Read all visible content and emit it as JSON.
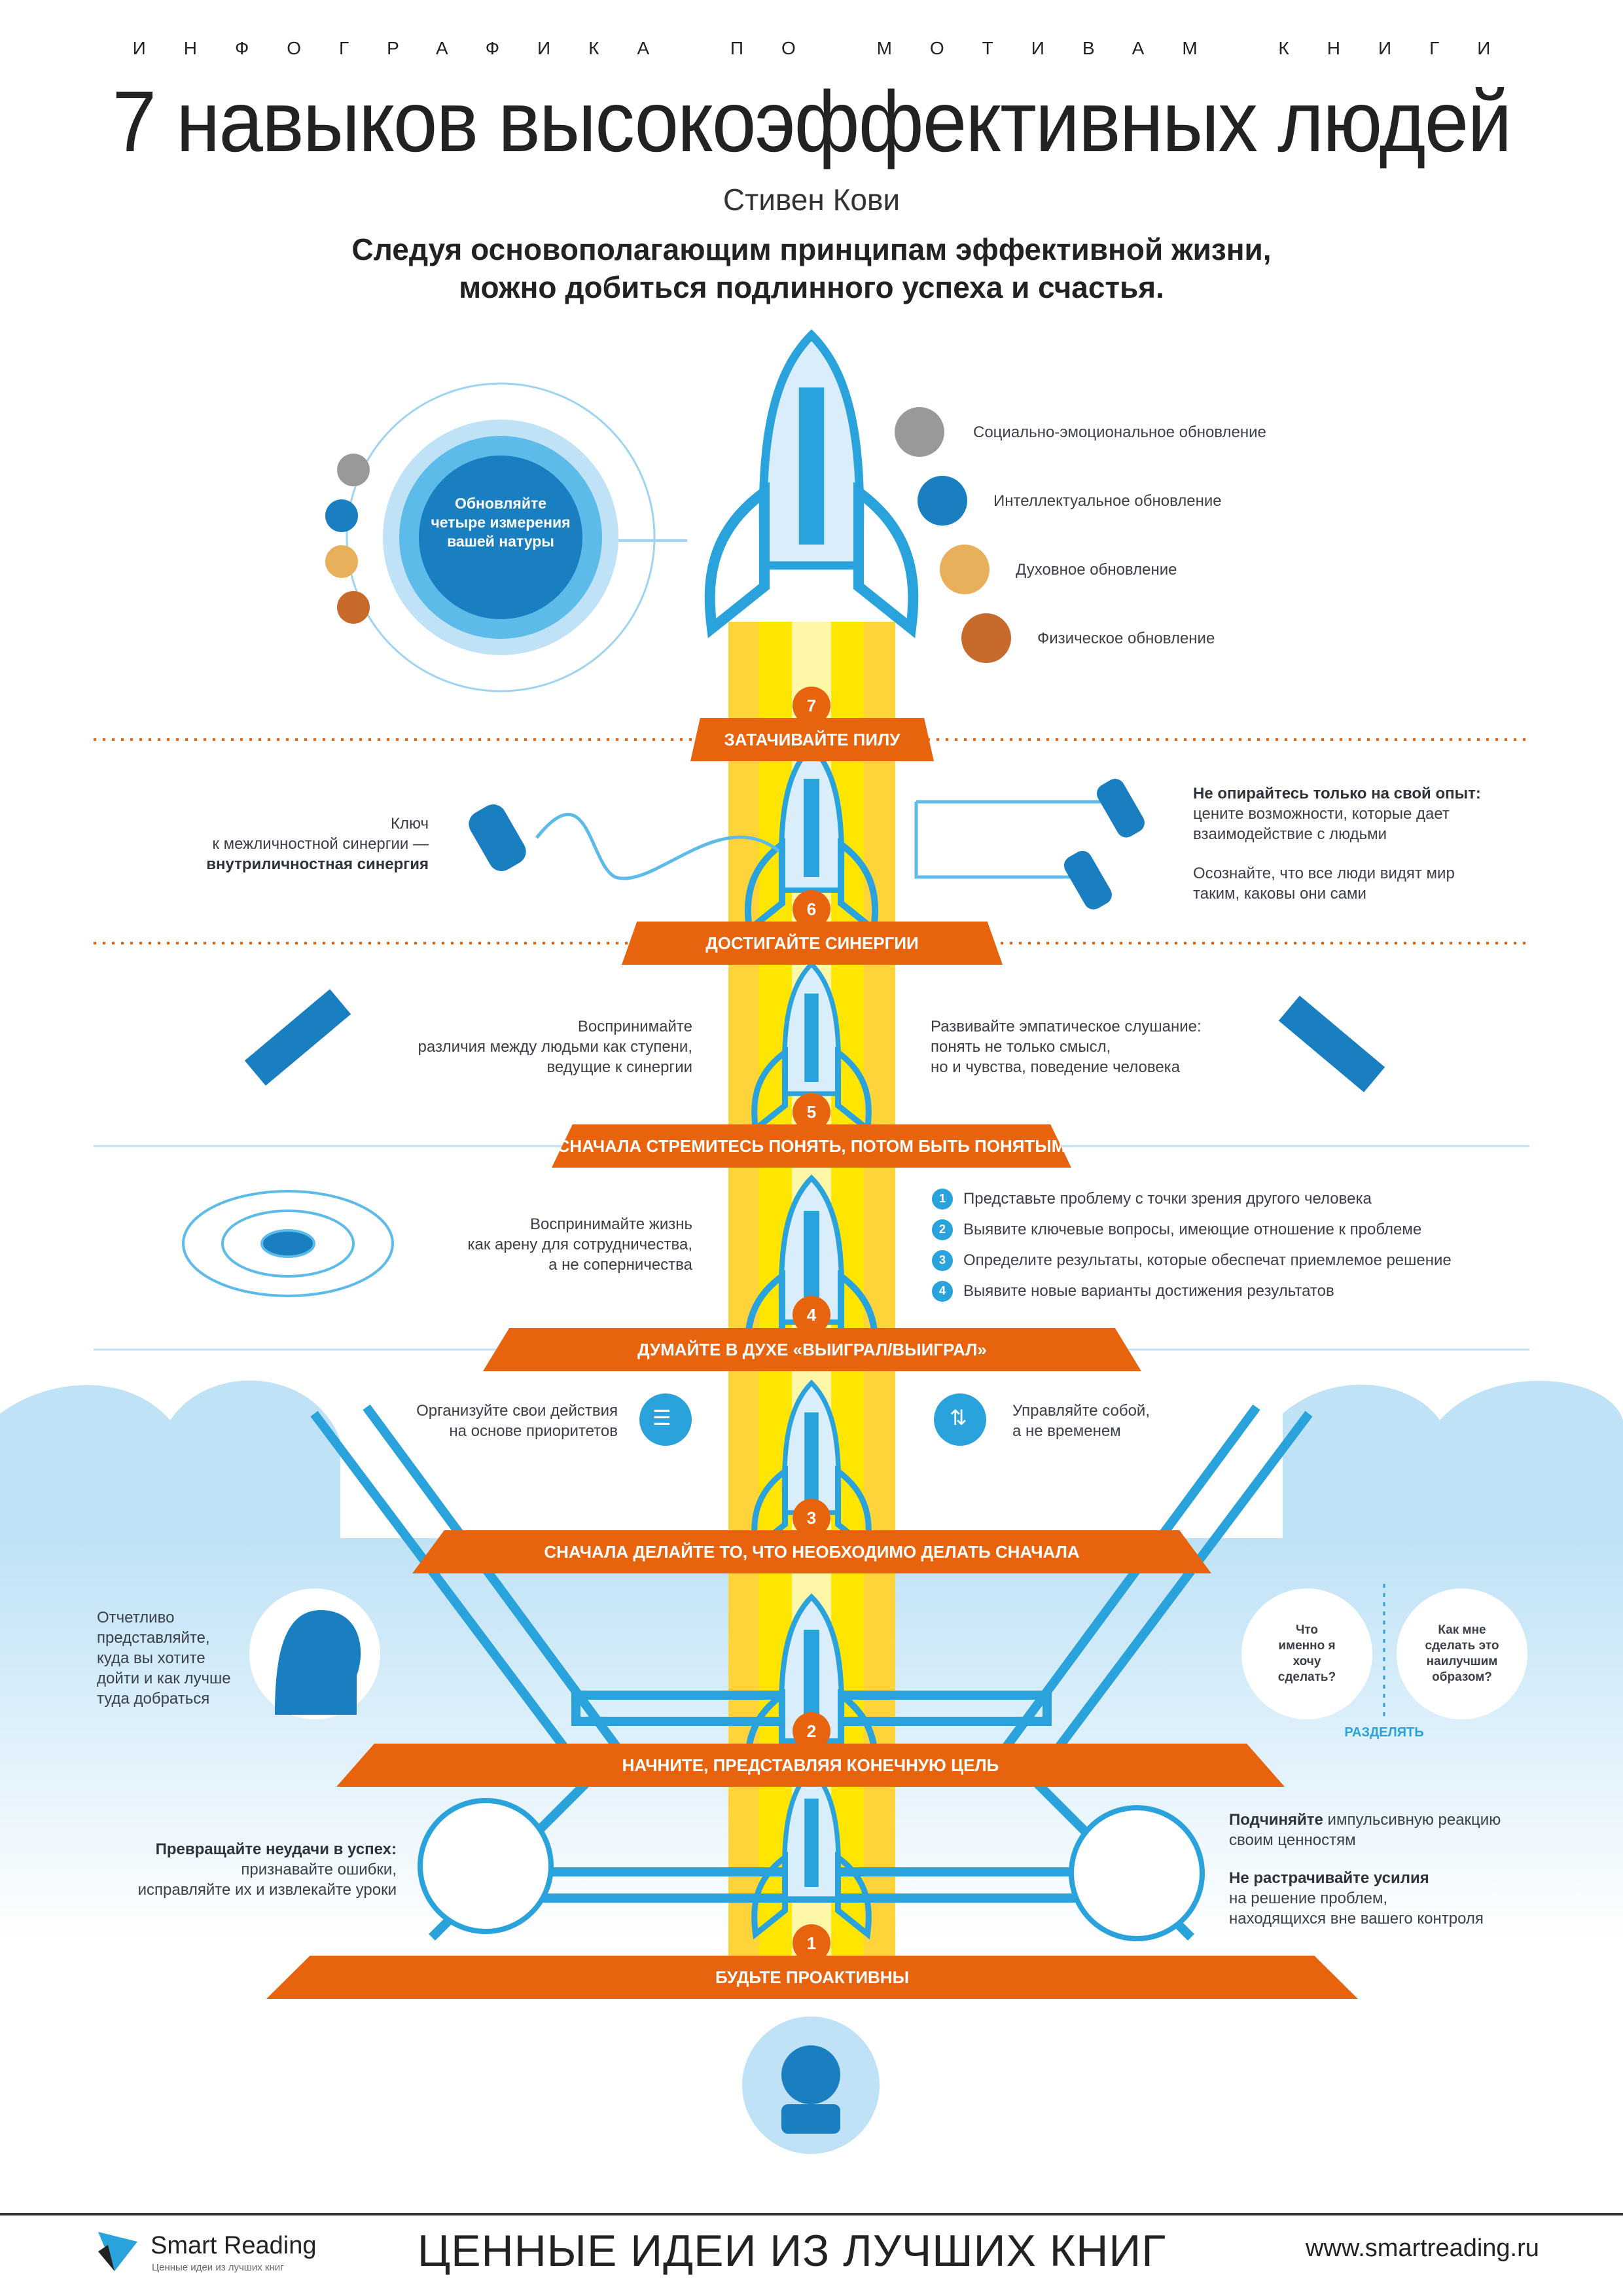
{
  "header": {
    "kicker": "ИНФОГРАФИКА ПО МОТИВАМ КНИГИ",
    "title": "7 навыков высокоэффективных людей",
    "author": "Стивен Кови",
    "lead_1": "Следуя основополагающим принципам эффективной жизни,",
    "lead_2": "можно добиться подлинного успеха и счастья."
  },
  "habit7": {
    "number": "7",
    "banner": "ЗАТАЧИВАЙТЕ ПИЛУ",
    "circle_text": "Обновляйте четыре измерения вашей натуры",
    "renewals": [
      "Социально-эмоциональное обновление",
      "Интеллектуальное обновление",
      "Духовное обновление",
      "Физическое обновление"
    ]
  },
  "habit6": {
    "number": "6",
    "banner": "ДОСТИГАЙТЕ СИНЕРГИИ",
    "left_1": "Ключ",
    "left_2": "к межличностной синергии —",
    "left_3": "внутриличностная синергия",
    "right_bold": "Не опирайтесь только на свой опыт:",
    "right_1": "цените возможности, которые дает",
    "right_2": "взаимодействие с людьми",
    "right_3": "Осознайте, что все люди видят мир",
    "right_4": "таким, каковы они сами"
  },
  "habit5": {
    "number": "5",
    "banner": "СНАЧАЛА СТРЕМИТЕСЬ ПОНЯТЬ, ПОТОМ БЫТЬ ПОНЯТЫМ",
    "left_1": "Воспринимайте",
    "left_2": "различия между людьми как ступени,",
    "left_3": "ведущие к синергии",
    "right_1": "Развивайте эмпатическое слушание:",
    "right_2": "понять не только смысл,",
    "right_3": "но и чувства, поведение человека"
  },
  "habit4": {
    "number": "4",
    "banner": "ДУМАЙТЕ В ДУХЕ «ВЫИГРАЛ/ВЫИГРАЛ»",
    "left_1": "Воспринимайте жизнь",
    "left_2": "как арену для сотрудничества,",
    "left_3": "а не соперничества",
    "steps": [
      {
        "n": "1",
        "text": "Представьте проблему с точки зрения другого человека"
      },
      {
        "n": "2",
        "text": "Выявите ключевые вопросы, имеющие отношение к проблеме"
      },
      {
        "n": "3",
        "text": "Определите результаты, которые обеспечат приемлемое решение"
      },
      {
        "n": "4",
        "text": "Выявите новые варианты достижения результатов"
      }
    ]
  },
  "habit3": {
    "number": "3",
    "banner": "СНАЧАЛА ДЕЛАЙТЕ ТО, ЧТО НЕОБХОДИМО ДЕЛАТЬ СНАЧАЛА",
    "left_1": "Организуйте свои действия",
    "left_2": "на основе приоритетов",
    "right_1": "Управляйте собой,",
    "right_2": "а не временем"
  },
  "habit2": {
    "number": "2",
    "banner": "НАЧНИТЕ, ПРЕДСТАВЛЯЯ КОНЕЧНУЮ ЦЕЛЬ",
    "left": [
      "Отчетливо",
      "представляйте,",
      "куда вы хотите",
      "дойти и как лучше",
      "туда добраться"
    ],
    "q1": "Что именно я хочу сделать?",
    "q2": "Как мне сделать это наилучшим образом?",
    "divide": "РАЗДЕЛЯТЬ"
  },
  "habit1": {
    "number": "1",
    "banner": "БУДЬТЕ ПРОАКТИВНЫ",
    "left_bold": "Превращайте неудачи в успех:",
    "left_1": "признавайте ошибки,",
    "left_2": "исправляйте их и извлекайте уроки",
    "right_bold_1": "Подчиняйте",
    "right_1": " импульсивную реакцию",
    "right_2": "своим ценностям",
    "right_bold_2": "Не растрачивайте усилия",
    "right_3": "на решение проблем,",
    "right_4": "находящихся вне вашего контроля"
  },
  "footer": {
    "brand": "Smart Reading",
    "brand_tagline": "Ценные идеи из лучших книг",
    "slogan": "ЦЕННЫЕ ИДЕИ ИЗ ЛУЧШИХ КНИГ",
    "url": "www.smartreading.ru"
  },
  "colors": {
    "orange": "#e8630d",
    "blue": "#2aa3dc",
    "yellow": "#ffe600",
    "sky": "#cfe9f8"
  }
}
